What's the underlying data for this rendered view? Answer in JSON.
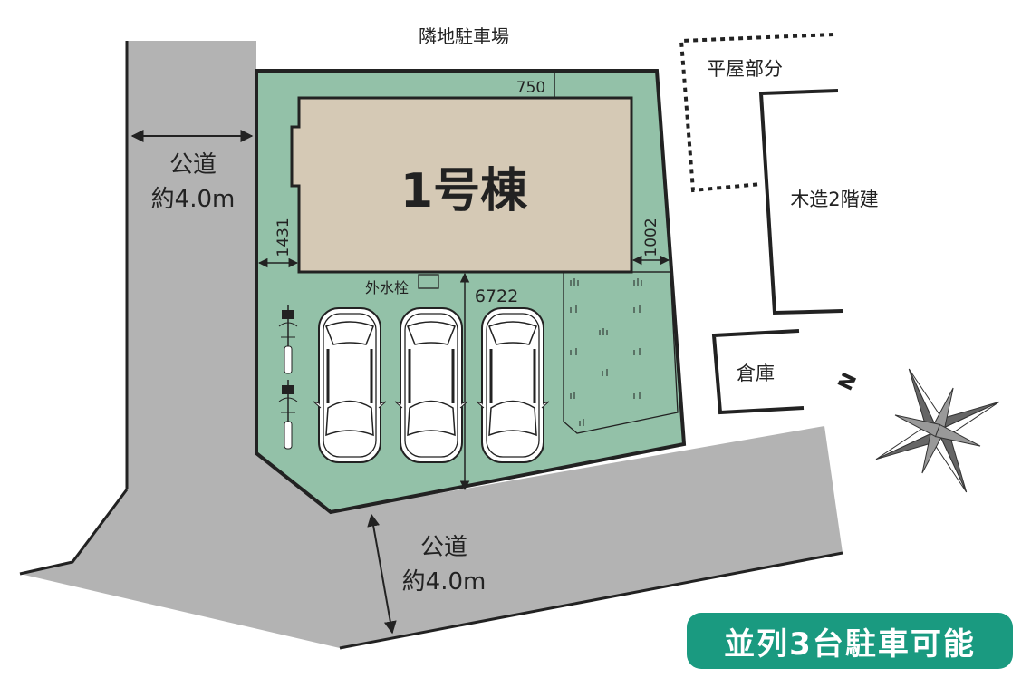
{
  "neighbor_parking": "隣地駐車場",
  "roads": [
    {
      "name": "公道",
      "width": "約4.0m"
    },
    {
      "name": "公道",
      "width": "約4.0m"
    }
  ],
  "building": {
    "label": "1号棟"
  },
  "dimensions": {
    "top": "750",
    "left": "1431",
    "right": "1002",
    "depth": "6722"
  },
  "faucet": "外水栓",
  "neighbors": {
    "single_story": "平屋部分",
    "two_story": "木造2階建",
    "storage": "倉庫"
  },
  "compass": "N",
  "badge": "並列3台駐車可能",
  "colors": {
    "lot": "#93c1a8",
    "road": "#b3b3b3",
    "building": "#d5c9b5",
    "badge": "#1a9a80"
  }
}
